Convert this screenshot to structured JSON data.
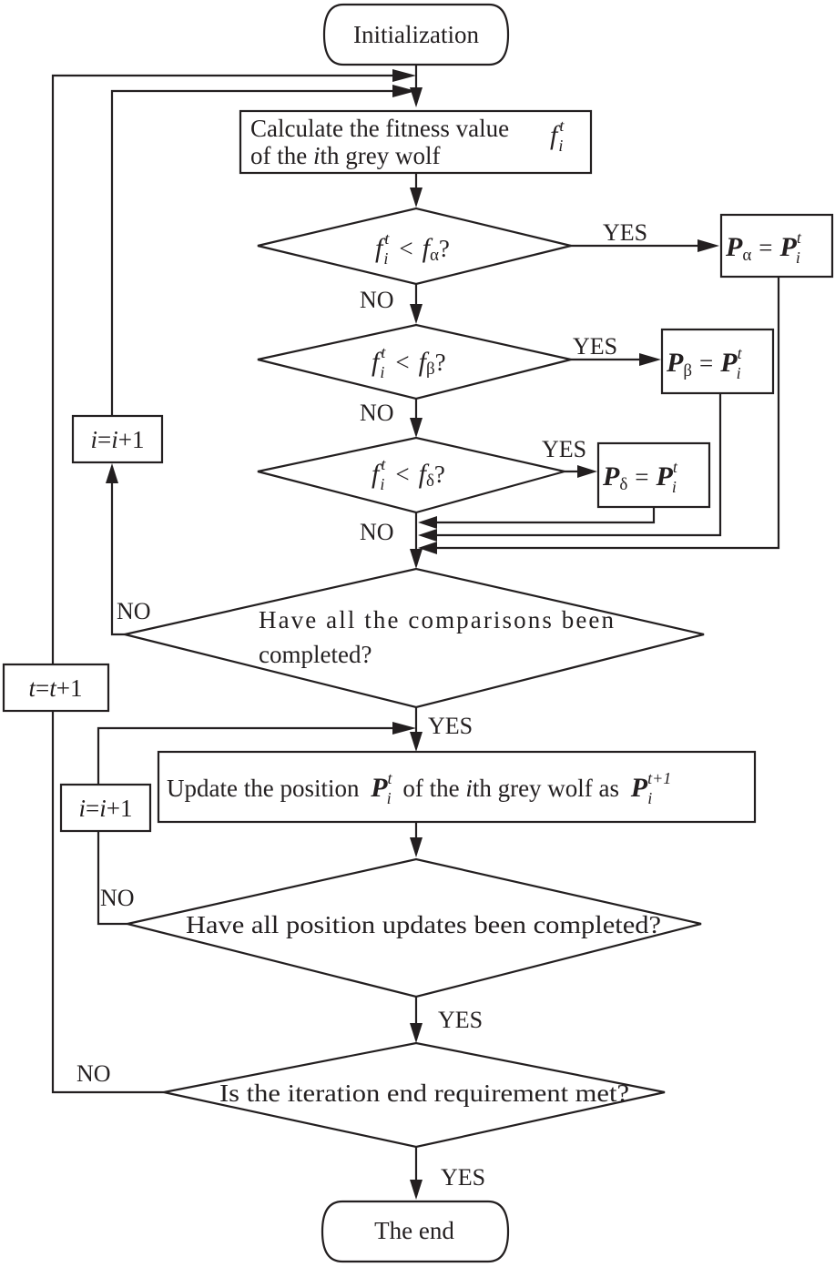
{
  "flowchart": {
    "start": {
      "label": "Initialization"
    },
    "end": {
      "label": "The end"
    },
    "fitness_box": {
      "line1": "Calculate the fitness value",
      "line2_pre": "of the ",
      "line2_i": "i",
      "line2_post": "th grey wolf",
      "symbol": "f",
      "symbol_sup": "t",
      "symbol_sub": "i"
    },
    "comparisons": [
      {
        "lhs": "f",
        "lhs_sup": "t",
        "lhs_sub": "i",
        "op": "<",
        "rhs": "f",
        "rhs_sub": "α",
        "q": "?",
        "result": {
          "lhs": "P",
          "lhs_sub": "α",
          "eq": "=",
          "rhs": "P",
          "rhs_sup": "t",
          "rhs_sub": "i"
        }
      },
      {
        "lhs": "f",
        "lhs_sup": "t",
        "lhs_sub": "i",
        "op": "<",
        "rhs": "f",
        "rhs_sub": "β",
        "q": "?",
        "result": {
          "lhs": "P",
          "lhs_sub": "β",
          "eq": "=",
          "rhs": "P",
          "rhs_sup": "t",
          "rhs_sub": "i"
        }
      },
      {
        "lhs": "f",
        "lhs_sup": "t",
        "lhs_sub": "i",
        "op": "<",
        "rhs": "f",
        "rhs_sub": "δ",
        "q": "?",
        "result": {
          "lhs": "P",
          "lhs_sub": "δ",
          "eq": "=",
          "rhs": "P",
          "rhs_sup": "t",
          "rhs_sub": "i"
        }
      }
    ],
    "increment_i": {
      "v1": "i",
      "eq": "=",
      "v2": "i",
      "plus": "+1"
    },
    "increment_t": {
      "v1": "t",
      "eq": "=",
      "v2": "t",
      "plus": "+1"
    },
    "decision_comparisons": {
      "line1": "Have all the comparisons been",
      "line2": "completed?"
    },
    "update_box": {
      "pre": "Update the position ",
      "p1": "P",
      "p1_sup": "t",
      "p1_sub": "i",
      "mid_pre": " of the ",
      "mid_i": "i",
      "mid_post": "th grey wolf as ",
      "p2": "P",
      "p2_sup": "t+1",
      "p2_sub": "i"
    },
    "decision_updates": {
      "label": "Have all position updates been completed?"
    },
    "decision_iteration": {
      "label": "Is the iteration end requirement met?"
    },
    "labels": {
      "yes": "YES",
      "no": "NO"
    }
  }
}
